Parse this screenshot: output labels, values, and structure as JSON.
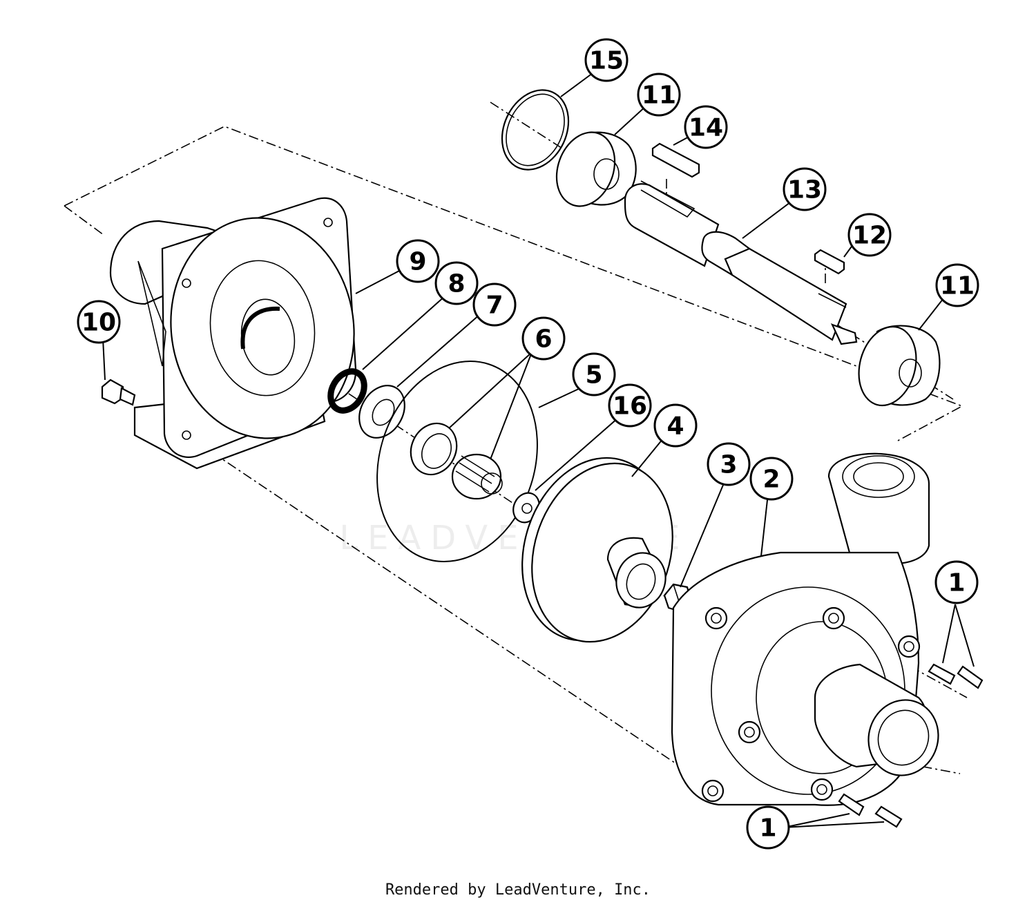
{
  "diagram": {
    "callouts": [
      {
        "id": "c15",
        "label": "15"
      },
      {
        "id": "c11a",
        "label": "11"
      },
      {
        "id": "c14",
        "label": "14"
      },
      {
        "id": "c13",
        "label": "13"
      },
      {
        "id": "c12",
        "label": "12"
      },
      {
        "id": "c11b",
        "label": "11"
      },
      {
        "id": "c9",
        "label": "9"
      },
      {
        "id": "c8",
        "label": "8"
      },
      {
        "id": "c7",
        "label": "7"
      },
      {
        "id": "c10",
        "label": "10"
      },
      {
        "id": "c6",
        "label": "6"
      },
      {
        "id": "c5",
        "label": "5"
      },
      {
        "id": "c16",
        "label": "16"
      },
      {
        "id": "c4",
        "label": "4"
      },
      {
        "id": "c3",
        "label": "3"
      },
      {
        "id": "c2",
        "label": "2"
      },
      {
        "id": "c1a",
        "label": "1"
      },
      {
        "id": "c1b",
        "label": "1"
      }
    ],
    "watermark": "LEADVENTURE"
  },
  "footer": {
    "credit": "Rendered by LeadVenture, Inc."
  }
}
